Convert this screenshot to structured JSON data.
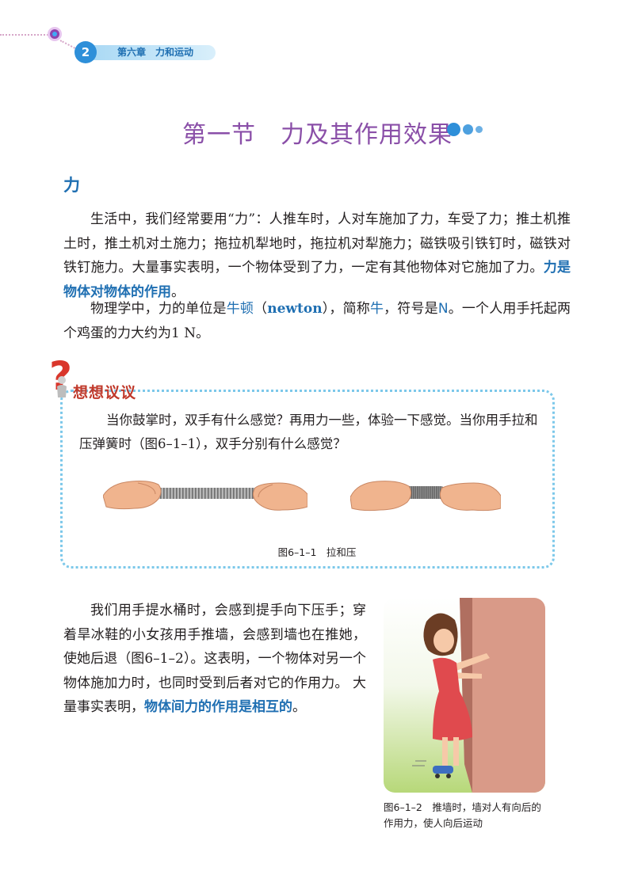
{
  "header": {
    "page_number": "2",
    "chapter": "第六章　力和运动"
  },
  "title": "第一节　力及其作用效果",
  "section_heading": "力",
  "paragraph1": {
    "text": "生活中，我们经常要用“力”：人推车时，人对车施加了力，车受了力；推土机推土时，推土机对土施力；拖拉机犁地时，拖拉机对犁施力；磁铁吸引铁钉时，磁铁对铁钉施力。大量事实表明，一个物体受到了力，一定有其他物体对它施加了力。",
    "highlight": "力是物体对物体的作用",
    "end": "。"
  },
  "paragraph2": {
    "p1": "物理学中，力的单位是",
    "unit_cn": "牛顿",
    "p2": "（",
    "unit_en": "newton",
    "p3": "），简称",
    "short": "牛",
    "p4": "，符号是",
    "symbol": "N",
    "p5": "。一个人用手托起两个鸡蛋的力大约为1 N。"
  },
  "discussion": {
    "label": "想想议议",
    "text": "当你鼓掌时，双手有什么感觉？再用力一些，体验一下感觉。当你用手拉和压弹簧时（图6–1–1），双手分别有什么感觉？",
    "caption": "图6–1–1　拉和压"
  },
  "paragraph3": {
    "text": "我们用手提水桶时，会感到提手向下压手；穿着旱冰鞋的小女孩用手推墙，会感到墙也在推她，使她后退（图6–1–2）。这表明，一个物体对另一个物体施加力时，也同时受到后者对它的作用力。 大量事实表明，",
    "highlight": "物体间力的作用是相互的",
    "end": "。"
  },
  "figure2": {
    "caption_line1": "图6–1–2　推墙时，墙对人有向后的",
    "caption_line2": "作用力，使人向后运动"
  },
  "colors": {
    "title": "#8a4fa8",
    "accent_blue": "#1f6fb2",
    "box_border": "#7cc8ea",
    "question_red": "#d9362b"
  }
}
